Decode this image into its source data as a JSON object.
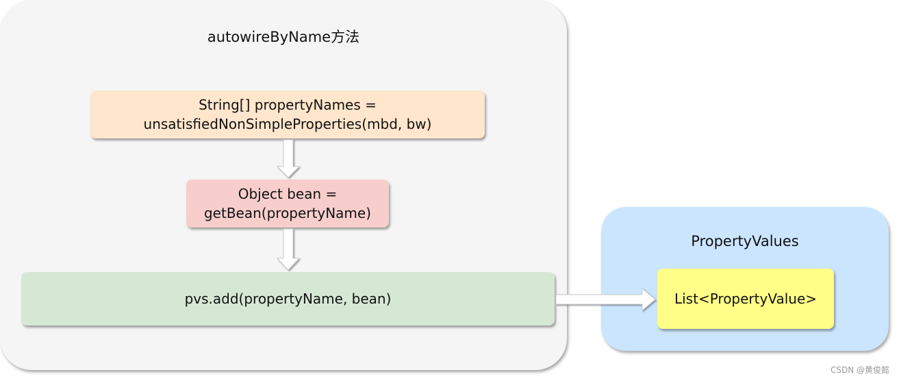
{
  "diagram": {
    "method_group": {
      "title": "autowireByName方法",
      "nodes": {
        "property_names": [
          "String[] propertyNames =",
          "unsatisfiedNonSimpleProperties(mbd, bw)"
        ],
        "get_bean": [
          "Object bean =",
          "getBean(propertyName)"
        ],
        "pvs_add": [
          "pvs.add(propertyName, bean)"
        ]
      }
    },
    "values_group": {
      "title": "PropertyValues",
      "nodes": {
        "list": [
          "List<PropertyValue>"
        ]
      }
    },
    "edges": [
      {
        "from": "property_names",
        "to": "get_bean"
      },
      {
        "from": "get_bean",
        "to": "pvs_add"
      },
      {
        "from": "pvs_add",
        "to": "list"
      }
    ],
    "colors": {
      "method_group_fill": "#f5f5f5",
      "values_group_fill": "#cce5ff",
      "property_names_fill": "#ffe6cc",
      "get_bean_fill": "#f8cecc",
      "pvs_add_fill": "#d5e8d4",
      "list_fill": "#ffff88",
      "arrow_fill": "#ffffff"
    }
  },
  "watermark": "CSDN @黄俊懿"
}
